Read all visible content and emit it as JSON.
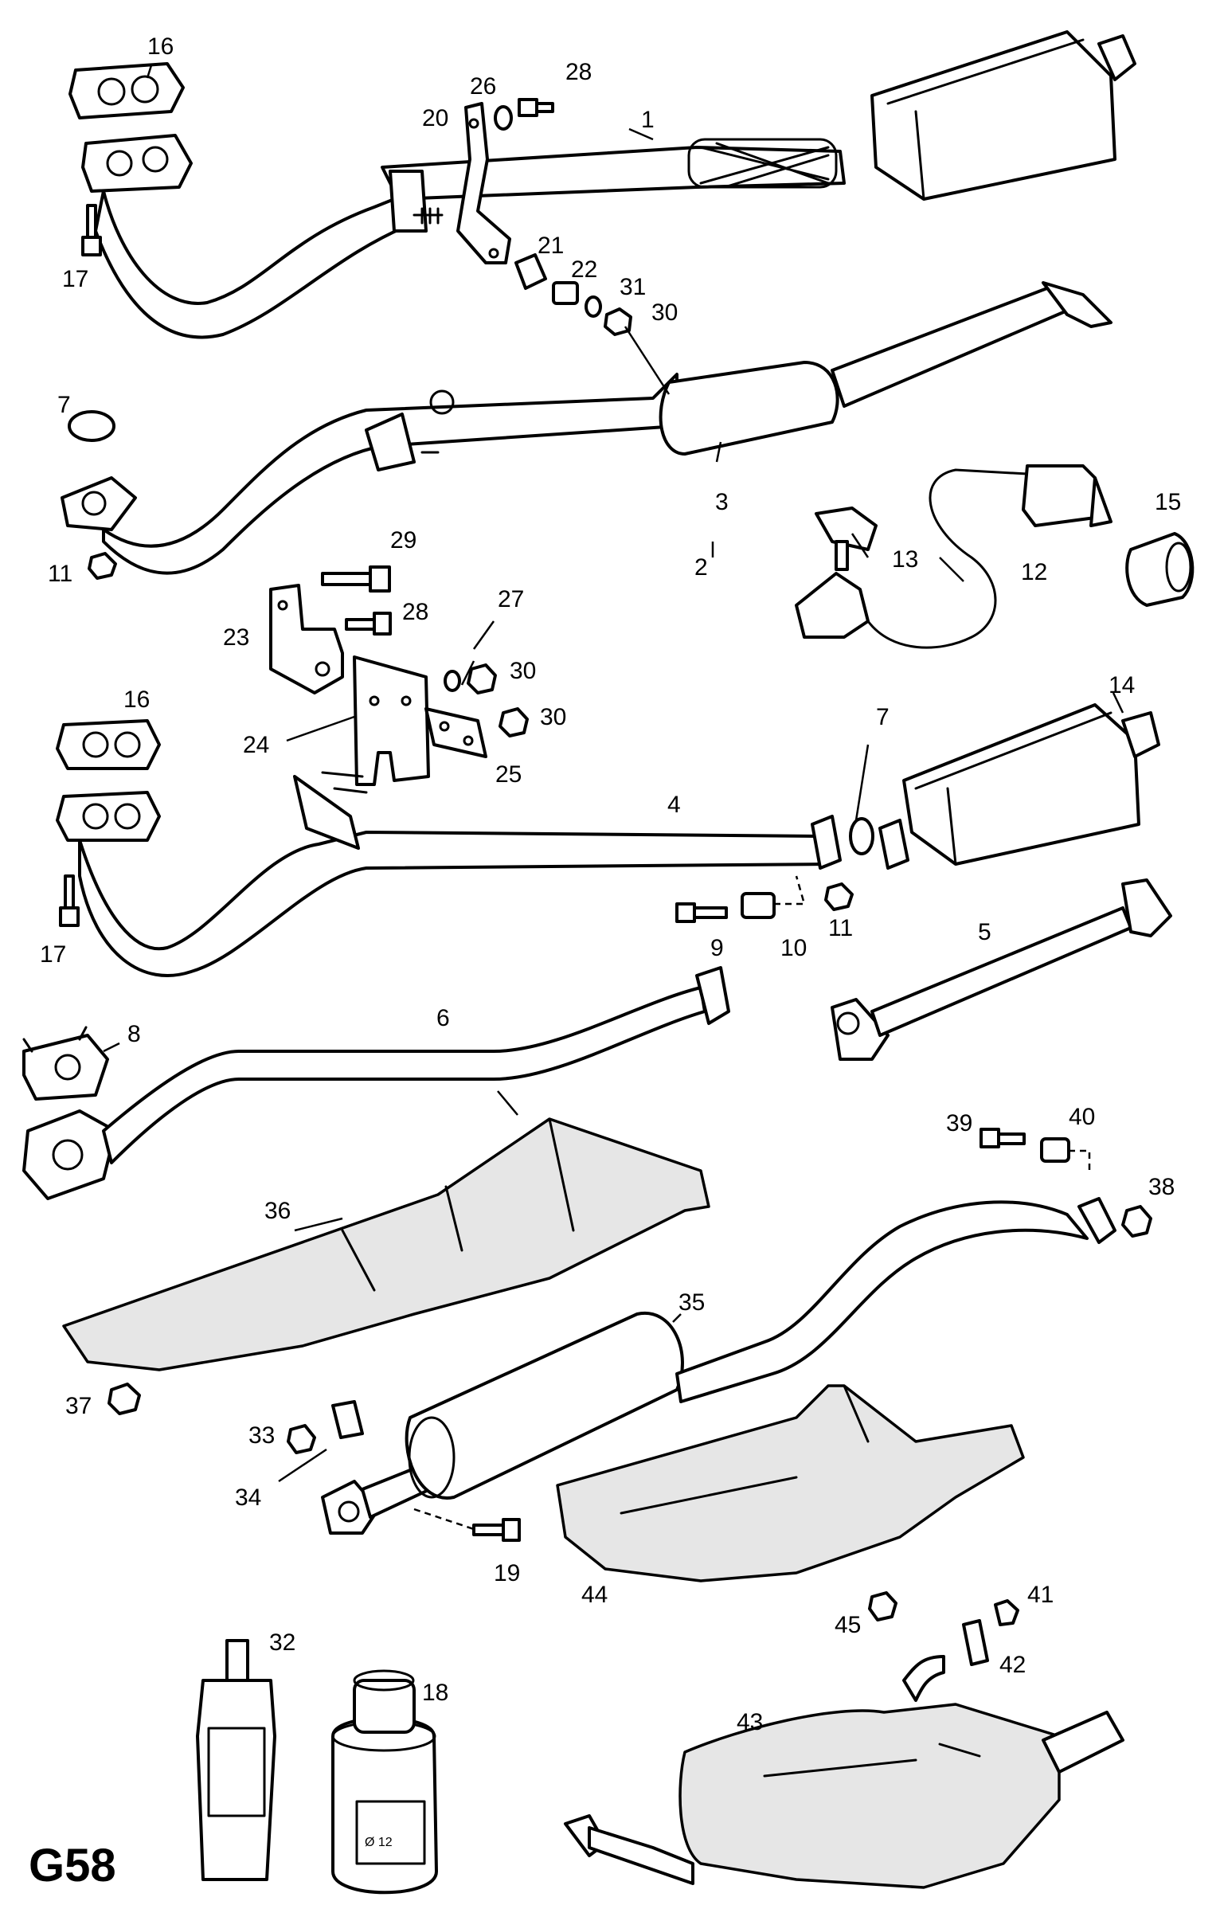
{
  "diagram_code": "G58",
  "callouts": [
    "1",
    "2",
    "3",
    "4",
    "5",
    "6",
    "7",
    "8",
    "9",
    "10",
    "11",
    "12",
    "13",
    "14",
    "15",
    "16",
    "17",
    "18",
    "19",
    "20",
    "21",
    "22",
    "23",
    "24",
    "25",
    "26",
    "27",
    "28",
    "29",
    "30",
    "31",
    "32",
    "33",
    "34",
    "35",
    "36",
    "37",
    "38",
    "39",
    "40",
    "41",
    "42",
    "43",
    "44",
    "45"
  ],
  "tube_label": "Ø 12",
  "colors": {
    "ink": "#000000",
    "paper": "#ffffff"
  }
}
